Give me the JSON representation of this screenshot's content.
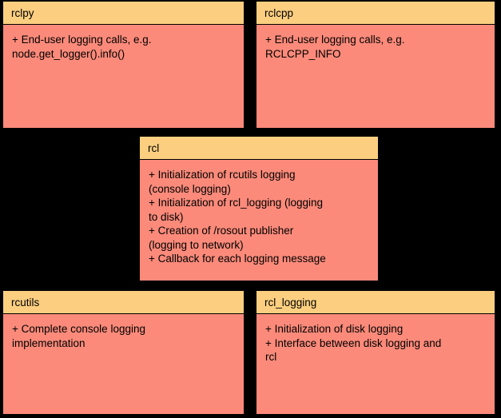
{
  "diagram": {
    "colors": {
      "background": "#000000",
      "header_fill": "#fccf80",
      "body_fill": "#fb8a7a",
      "border": "#000000",
      "text": "#000000"
    },
    "boxes": [
      {
        "id": "rclpy",
        "title": "rclpy",
        "entries": [
          "+ End-user logging calls, e.g.\nnode.get_logger().info()"
        ]
      },
      {
        "id": "rclcpp",
        "title": "rclcpp",
        "entries": [
          "+ End-user logging calls, e.g.\nRCLCPP_INFO"
        ]
      },
      {
        "id": "rcl",
        "title": "rcl",
        "entries": [
          "+ Initialization of rcutils logging\n(console logging)",
          "+ Initialization of rcl_logging (logging\nto disk)",
          "+ Creation of /rosout publisher\n(logging to network)",
          "+ Callback for each logging message"
        ]
      },
      {
        "id": "rcutils",
        "title": "rcutils",
        "entries": [
          "+ Complete console logging\nimplementation"
        ]
      },
      {
        "id": "rcl_logging",
        "title": "rcl_logging",
        "entries": [
          "+ Initialization of disk logging",
          "+ Interface between disk logging and\nrcl"
        ]
      }
    ]
  }
}
